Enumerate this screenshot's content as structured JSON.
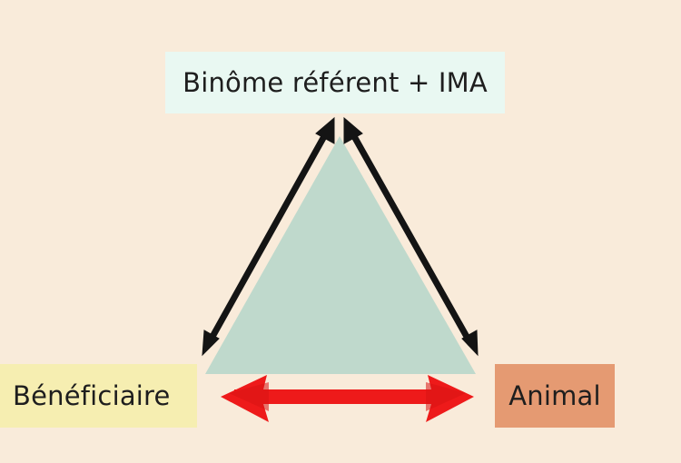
{
  "nodes": {
    "top": {
      "label": "Binôme référent + IMA",
      "color": "#e9f8f2"
    },
    "left": {
      "label": "Bénéficiaire",
      "color": "#f6eeb1"
    },
    "right": {
      "label": "Animal",
      "color": "#e59a72"
    }
  },
  "colors": {
    "background": "#f9ebda",
    "triangle": "#bfd9cc",
    "link_arrows": "#141414",
    "bottom_arrow": "#ee1a1a"
  }
}
